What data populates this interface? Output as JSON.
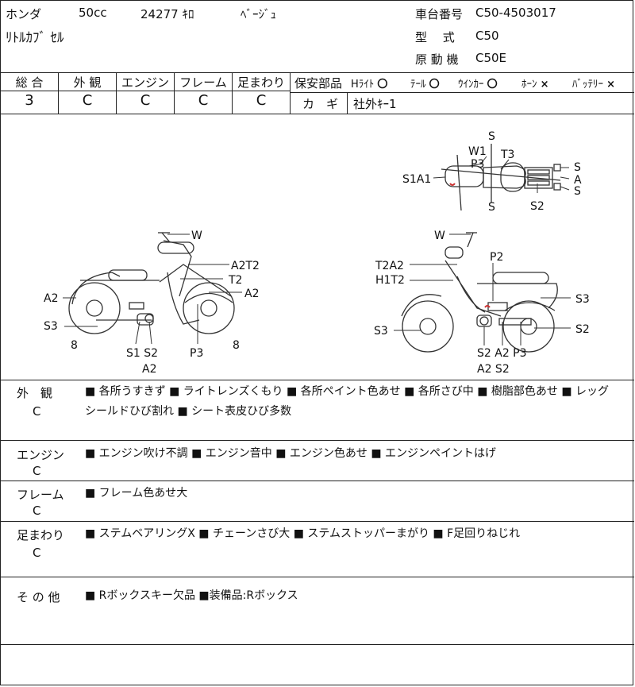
{
  "header": {
    "maker": "ホンダ",
    "displacement": "50cc",
    "mileage": "24277 ｷﾛ",
    "color": "ﾍﾞｰｼﾞｭ",
    "model_name": "ﾘﾄﾙｶﾌﾞ ｾﾙ",
    "chassis_label": "車台番号",
    "chassis_value": "C50-4503017",
    "type_label": "型　 式",
    "type_value": "C50",
    "engine_label": "原 動 機",
    "engine_value": "C50E"
  },
  "grades": {
    "headers": [
      "総 合",
      "外 観",
      "エンジン",
      "フレーム",
      "足まわり"
    ],
    "values": [
      "3",
      "C",
      "C",
      "C",
      "C"
    ]
  },
  "safety": {
    "label": "保安部品",
    "items": [
      {
        "name": "Hﾗｲﾄ",
        "mark": "〇"
      },
      {
        "name": "ﾃｰﾙ",
        "mark": "〇"
      },
      {
        "name": "ｳｲﾝｶｰ",
        "mark": "〇"
      },
      {
        "name": "ﾎｰﾝ",
        "mark": "×"
      },
      {
        "name": "ﾊﾞｯﾃﾘｰ",
        "mark": "×"
      }
    ],
    "key_label": "カ　ギ",
    "key_value": "社外ｷｰ1"
  },
  "diagram": {
    "top_labels": [
      "S",
      "W1",
      "P3",
      "T3",
      "S1A1",
      "S",
      "A",
      "S",
      "S",
      "S2"
    ],
    "left_labels": [
      "W",
      "A2T2",
      "T2",
      "A2",
      "A2",
      "S3",
      "8",
      "S1 S2",
      "A2",
      "P3",
      "8"
    ],
    "right_labels": [
      "W",
      "P2",
      "T2A2",
      "H1T2",
      "S3",
      "S3",
      "S2",
      "S2 A2 P3",
      "A2 S2"
    ]
  },
  "conditions": [
    {
      "category": "外　観",
      "grade": "C",
      "lines": [
        "■ 各所うすきず ■ ライトレンズくもり ■ 各所ペイント色あせ ■ 各所さび中 ■ 樹脂部色あせ ■ レッグ",
        "シールドひび割れ ■ シート表皮ひび多数"
      ]
    },
    {
      "category": "エンジン",
      "grade": "C",
      "lines": [
        "■ エンジン吹け不調 ■ エンジン音中 ■ エンジン色あせ ■ エンジンペイントはげ"
      ]
    },
    {
      "category": "フレーム",
      "grade": "C",
      "lines": [
        "■ フレーム色あせ大"
      ]
    },
    {
      "category": "足まわり",
      "grade": "C",
      "lines": [
        "■ ステムベアリングX ■ チェーンさび大 ■ ステムストッパーまがり ■ F足回りねじれ"
      ]
    },
    {
      "category": "そ の 他",
      "grade": "",
      "lines": [
        "■ Rボックスキー欠品 ■装備品:Rボックス"
      ]
    }
  ]
}
